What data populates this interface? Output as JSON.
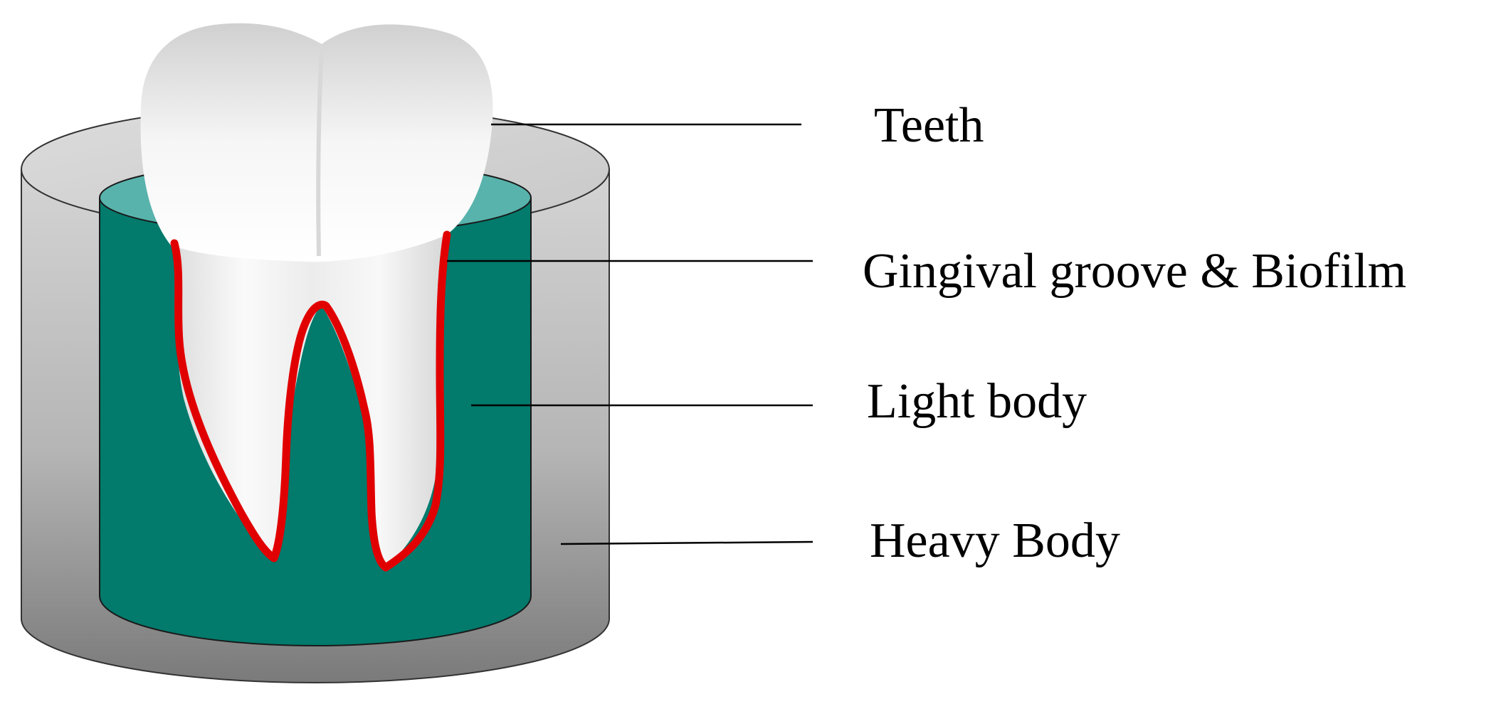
{
  "labels": {
    "teeth": "Teeth",
    "groove_biofilm": "Gingival groove & Biofilm",
    "light_body": "Light body",
    "heavy_body": "Heavy Body"
  },
  "colors": {
    "heavy_body": "#b8b8b8",
    "light_body": "#027a6c",
    "light_body_top": "#58b3ac",
    "tooth": "#f2f2f2",
    "biofilm_line": "#e10000",
    "leader_line": "#000000"
  }
}
